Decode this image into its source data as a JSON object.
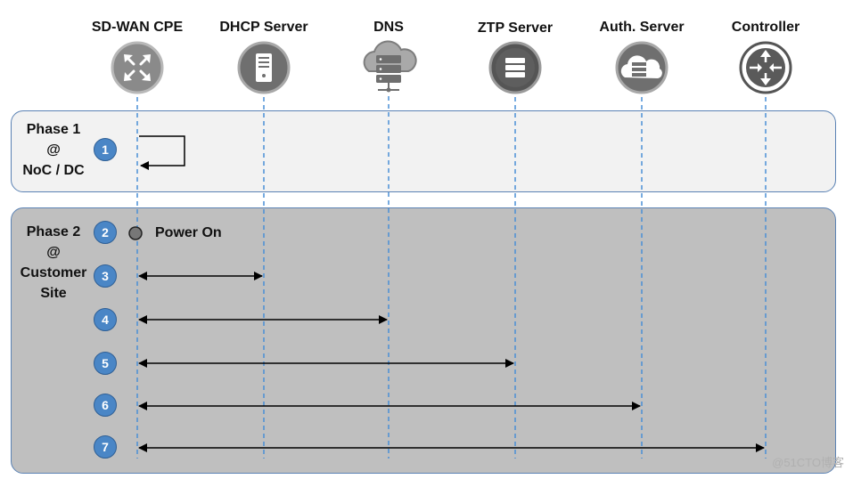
{
  "nodes": [
    {
      "label": "SD-WAN CPE",
      "icon": "router-icon"
    },
    {
      "label": "DHCP Server",
      "icon": "server-icon"
    },
    {
      "label": "DNS",
      "icon": "cloud-server-icon"
    },
    {
      "label": "ZTP Server",
      "icon": "server-stack-icon"
    },
    {
      "label": "Auth. Server",
      "icon": "cloud-server-icon"
    },
    {
      "label": "Controller",
      "icon": "controller-icon"
    }
  ],
  "phases": [
    {
      "lines": [
        "Phase 1",
        "@",
        "NoC / DC"
      ]
    },
    {
      "lines": [
        "Phase 2",
        "@",
        "Customer",
        "Site"
      ]
    }
  ],
  "steps": [
    "1",
    "2",
    "3",
    "4",
    "5",
    "6",
    "7"
  ],
  "power_on_label": "Power On",
  "watermark": "@51CTO博客",
  "colors": {
    "icon_fill": "#8a8a8a",
    "icon_border": "#b5b5b5",
    "lifeline": "#4a8fd6",
    "step_fill": "#4a86c6",
    "phase1_bg": "#f2f2f2",
    "phase2_bg": "#bfbfbf"
  }
}
